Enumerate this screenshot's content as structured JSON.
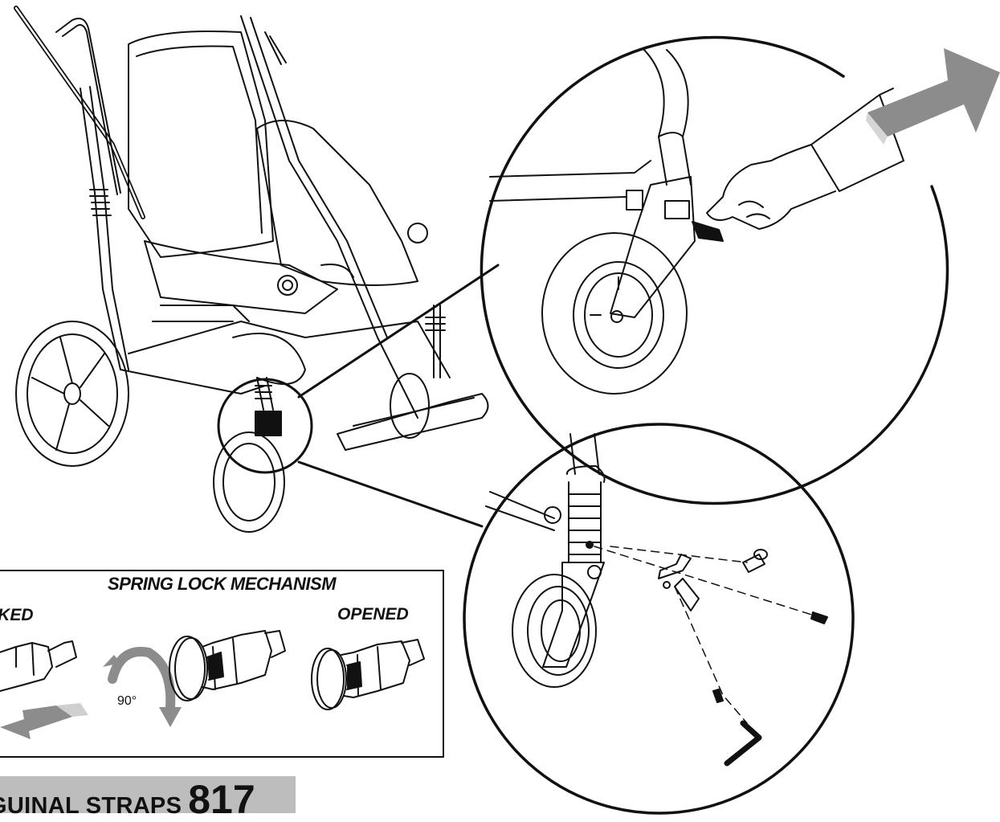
{
  "inset": {
    "title": "SPRING LOCK MECHANISM",
    "label_left": "CKED",
    "label_right": "OPENED",
    "rotation_label": "90°"
  },
  "footer": {
    "section_label": "GUINAL STRAPS",
    "page_number": "817"
  },
  "colors": {
    "line": "#111111",
    "arrow_gray": "#8c8c8c",
    "band_gray": "#bdbdbd"
  },
  "icons": {
    "pull_arrow": "arrow-right-icon",
    "rotate_arrow": "rotate-icon",
    "hex_key": "allen-key-icon"
  }
}
